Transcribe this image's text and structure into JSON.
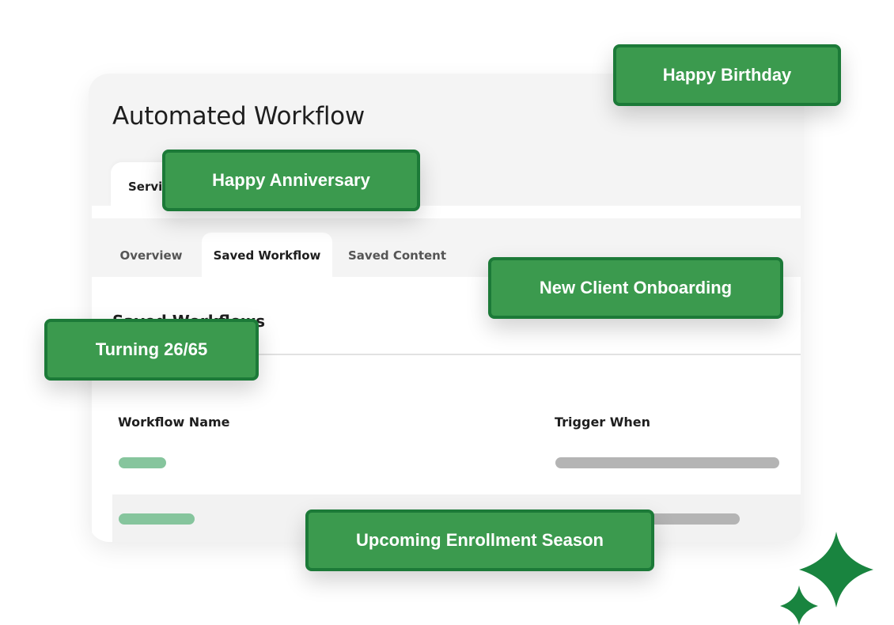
{
  "page": {
    "title": "Automated Workflow"
  },
  "top_tabs": [
    {
      "label": "Servi",
      "active": true
    }
  ],
  "sub_tabs": [
    {
      "label": "Overview",
      "active": false
    },
    {
      "label": "Saved Workflow",
      "active": true
    },
    {
      "label": "Saved Content",
      "active": false
    }
  ],
  "section": {
    "title": "Saved Workflows"
  },
  "table": {
    "columns": [
      "Workflow Name",
      "Trigger When"
    ]
  },
  "tags": [
    "Happy Birthday",
    "Happy Anniversary",
    "New Client Onboarding",
    "Turning 26/65",
    "Upcoming Enrollment Season"
  ],
  "colors": {
    "tag_fill": "#3b9a4e",
    "tag_border": "#1c7a38",
    "sparkle": "#19843f",
    "placeholder_green": "#86c59d",
    "placeholder_grey": "#b4b4b4"
  },
  "icons": {
    "sparkle": "sparkle-icon"
  }
}
